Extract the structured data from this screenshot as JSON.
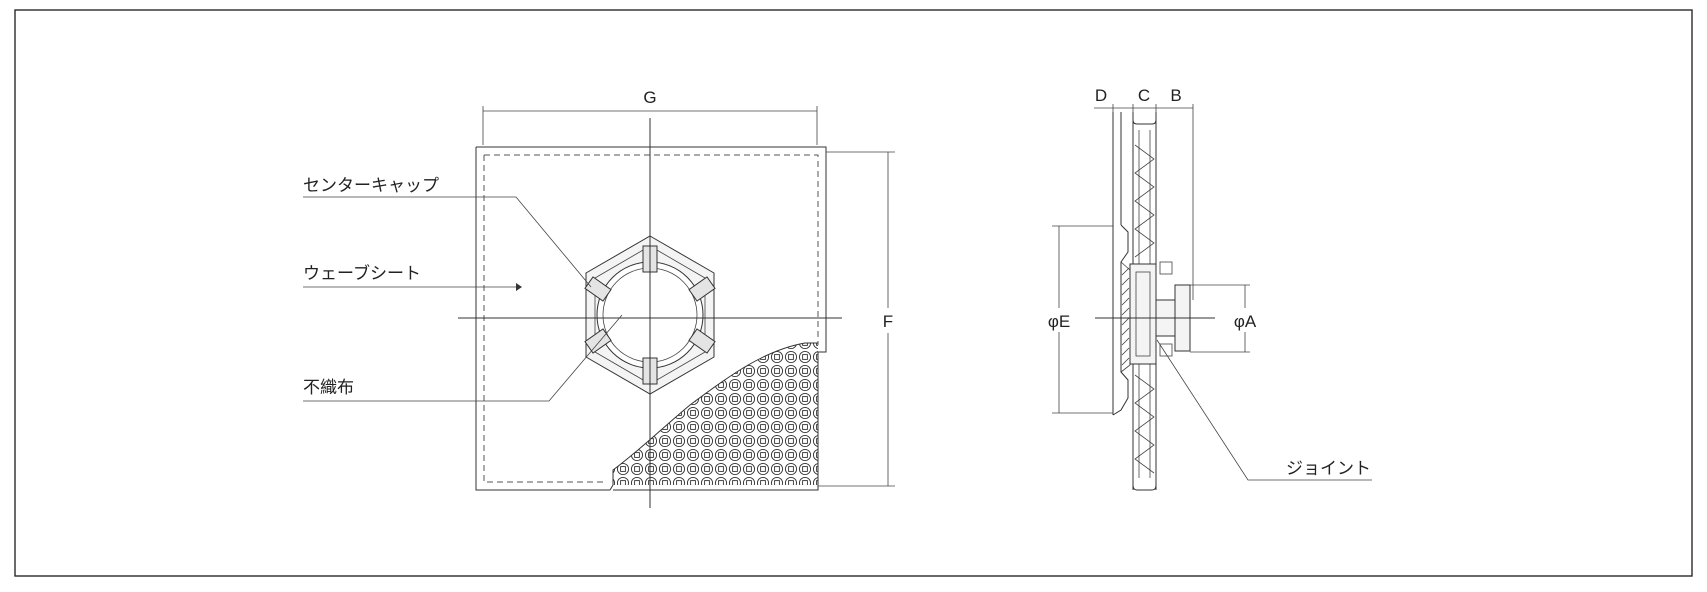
{
  "labels": {
    "center_cap": "センターキャップ",
    "wave_sheet": "ウェーブシート",
    "nonwoven": "不織布",
    "joint": "ジョイント"
  },
  "dims": {
    "G": "G",
    "F": "F",
    "D": "D",
    "C": "C",
    "B": "B",
    "E": "φE",
    "A": "φA"
  }
}
